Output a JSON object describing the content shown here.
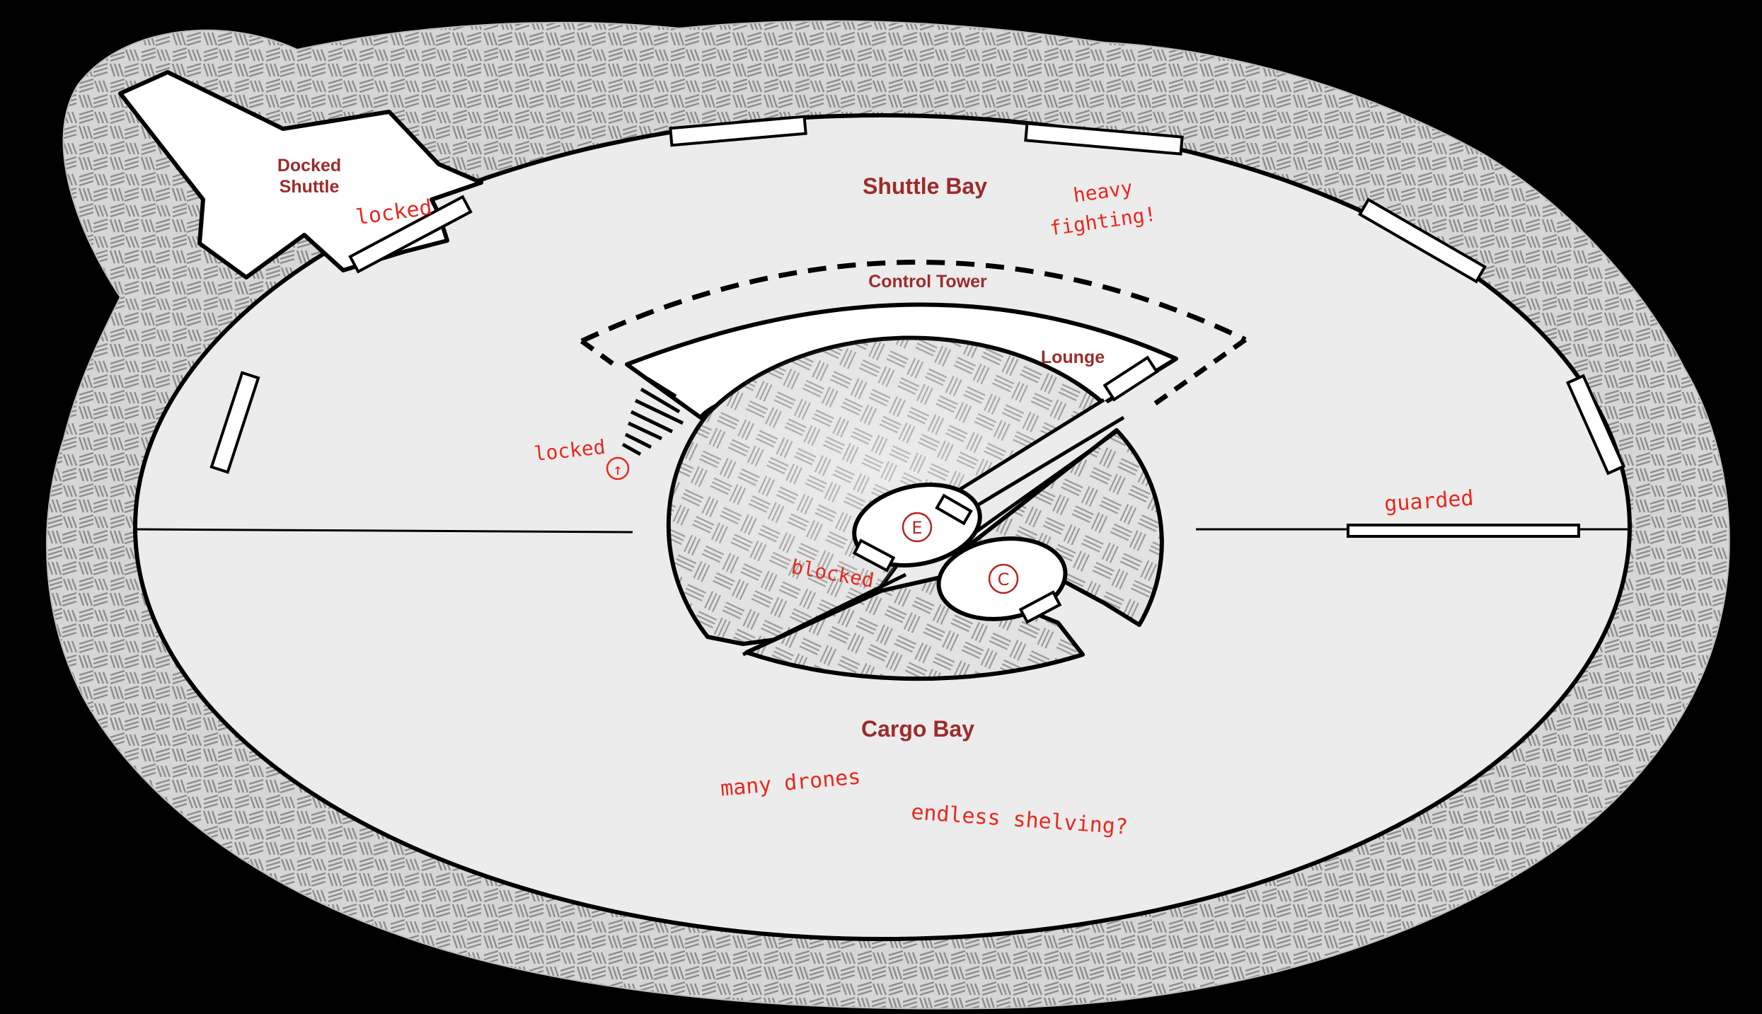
{
  "map": {
    "rooms": {
      "docked_shuttle_line1": "Docked",
      "docked_shuttle_line2": "Shuttle",
      "shuttle_bay": "Shuttle Bay",
      "control_tower": "Control Tower",
      "lounge": "Lounge",
      "cargo_bay": "Cargo Bay"
    },
    "notes": {
      "shuttle_locked": "locked",
      "heavy_line1": "heavy",
      "heavy_line2": "fighting!",
      "stairs_locked": "locked",
      "guarded": "guarded",
      "blocked": "blocked",
      "many_drones": "many drones",
      "endless_shelving": "endless shelving?"
    },
    "markers": {
      "elevator": "E",
      "c_room": "C",
      "stairs_arrow": "↑"
    },
    "colors": {
      "background": "#000000",
      "floor": "#ececec",
      "wall": "#000000",
      "rock_hatch": "#9a9a9a",
      "room_label": "#9b2c2c",
      "note": "#e8281e"
    }
  }
}
